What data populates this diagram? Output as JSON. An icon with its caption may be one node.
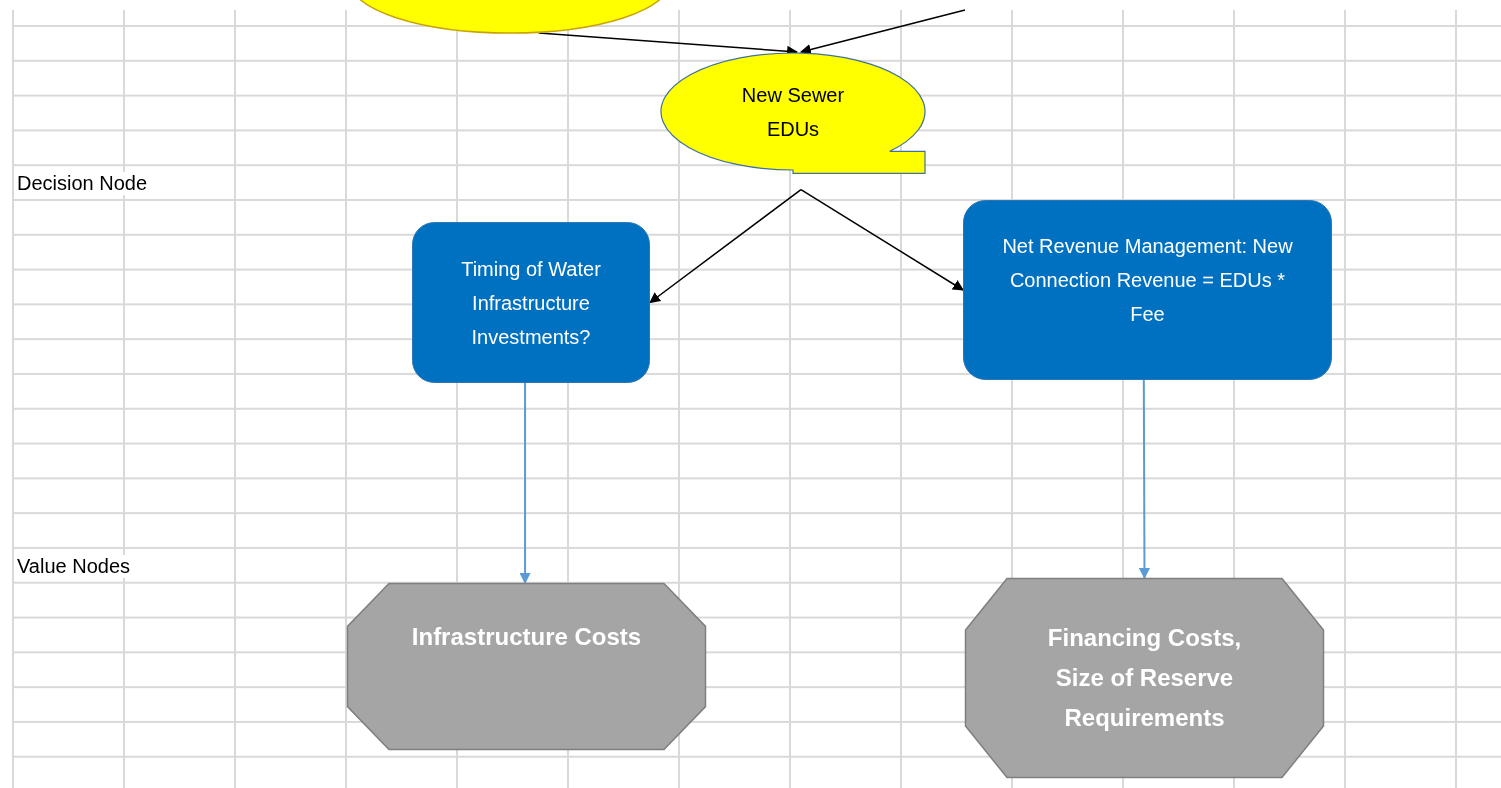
{
  "diagram": {
    "nodes": [
      {
        "text": [],
        "shape": "ellipse"
      },
      {
        "text": [
          "New Sewer EDUs"
        ]
      },
      {
        "text": [
          "Timing of Water Infrastructure Investments?"
        ]
      },
      {
        "text": [
          "Net Revenue Management: New Connection Revenue = EDUs * Fee"
        ]
      },
      {
        "text": [
          "Infrastructure Costs"
        ]
      },
      {
        "text": [
          "Financing Costs, Size of Reserve Requirements"
        ]
      }
    ],
    "edges": [
      {
        "from": 0,
        "to": 1,
        "arrow": "to"
      },
      {
        "from": null,
        "to": 1,
        "arrow": "to"
      },
      {
        "from": 1,
        "to": 2,
        "arrow": "to"
      },
      {
        "from": 1,
        "to": 3,
        "arrow": "to"
      },
      {
        "from": 2,
        "to": 4,
        "arrow": "to",
        "color": "#5b9bd5"
      },
      {
        "from": 3,
        "to": 5,
        "arrow": "to",
        "color": "#5b9bd5"
      }
    ],
    "labels": [
      "Decision Node",
      "Value Nodes"
    ]
  }
}
